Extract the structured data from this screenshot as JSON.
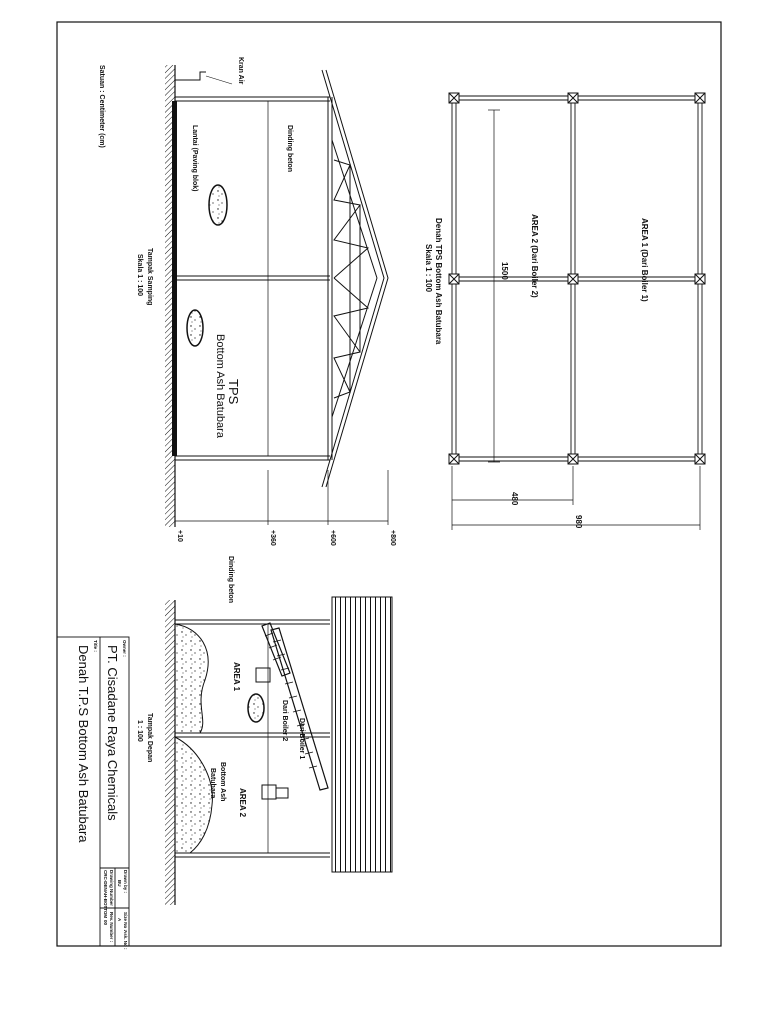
{
  "plan": {
    "title": "Denah TPS Bottom Ash Batubara",
    "scale": "Skala 1 : 100",
    "area1": "AREA 1 (Dari Boiler 1)",
    "area2": "AREA 2 (Dari Boiler 2)",
    "dim_length": "1500",
    "dim_480": "480",
    "dim_980": "980"
  },
  "side_view": {
    "title": "Tampak Samping",
    "scale": "Skala 1 : 100",
    "kran_air": "Kran Air",
    "dinding_beton": "Dinding beton",
    "lantai": "Lantai (Paving blok)",
    "tps": "TPS",
    "tps_sub": "Bottom Ash Batubara",
    "satuan": "Satuan : Centimeter (cm)",
    "levels": [
      "+10",
      "+360",
      "+600",
      "+800"
    ]
  },
  "front_view": {
    "title": "Tampak Depan",
    "scale": "1 : 100",
    "dinding_beton": "Dinding beton",
    "area1": "AREA 1",
    "area2": "AREA 2",
    "dari_boiler_1": "Dari Boiler 1",
    "dari_boiler_2": "Dari Boiler 2",
    "bottom_ash": "Bottom Ash",
    "batubara": "Batubara"
  },
  "title_block": {
    "owner_label": "Owner :",
    "owner": "PT. Cisadane Raya Chemicals",
    "title_label": "Title :",
    "title": "Denah T.P.S Bottom Ash Batubara",
    "drawn_by_label": "Drawn by :",
    "drawn_by": "BU",
    "size_label": "Size No :",
    "size": "A",
    "drawing_no_label": "Drawing Number :",
    "drawing_no": "CRC-DENAH-BOTTOM",
    "ask_label": "Ask. No :",
    "rev_label": "Rev. Number :",
    "rev": "00"
  }
}
